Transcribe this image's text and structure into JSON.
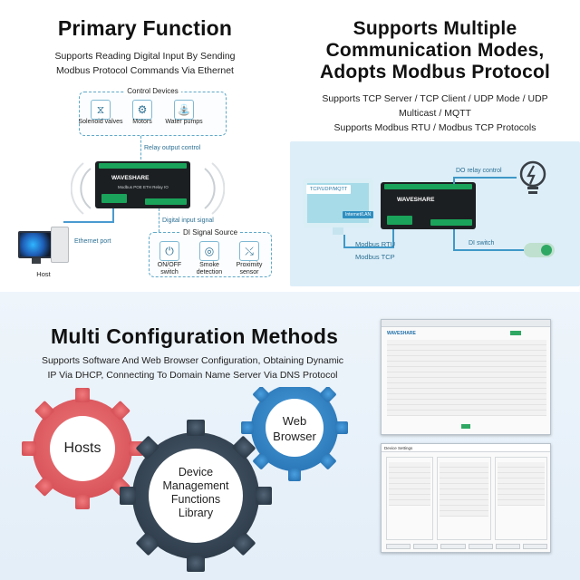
{
  "q1": {
    "title": "Primary Function",
    "subtitle_line1": "Supports Reading Digital Input By Sending",
    "subtitle_line2": "Modbus Protocol Commands Via Ethernet",
    "control_devices": {
      "title": "Control Devices",
      "items": [
        "Solenoid valves",
        "Motors",
        "Water pumps"
      ]
    },
    "relay_output_label": "Relay output control",
    "digital_input_label": "Digital input signal",
    "ethernet_port_label": "Ethernet port",
    "host_label": "Host",
    "di_source": {
      "title": "DI Signal Source",
      "items": [
        "ON/OFF switch",
        "Smoke detection",
        "Proximity sensor"
      ]
    },
    "device_brand": "WAVESHARE",
    "device_model": "Modbus POE ETH Relay IO"
  },
  "q2": {
    "title_line1": "Supports Multiple",
    "title_line2": "Communication Modes,",
    "title_line3": "Adopts Modbus Protocol",
    "desc_line1": "Supports TCP Server / TCP Client / UDP Mode / UDP",
    "desc_line2": "Multicast / MQTT",
    "desc_line3": "Supports Modbus RTU / Modbus TCP Protocols",
    "screen_label": "TCP/UDP/MQTT",
    "internet_label": "Internet/LAN",
    "modbus_rtu": "Modbus RTU",
    "modbus_tcp": "Modbus TCP",
    "do_relay": "DO relay control",
    "di_switch": "DI switch"
  },
  "q3": {
    "title": "Multi Configuration Methods",
    "desc_line1": "Supports Software And Web Browser Configuration, Obtaining Dynamic",
    "desc_line2": "IP Via DHCP, Connecting To Domain Name Server Via DNS Protocol",
    "gear_hosts": "Hosts",
    "gear_lib_line1": "Device",
    "gear_lib_line2": "Management",
    "gear_lib_line3": "Functions",
    "gear_lib_line4": "Library",
    "gear_web_line1": "Web",
    "gear_web_line2": "Browser",
    "web_shot_brand": "WAVESHARE",
    "settings_title": "Device Settings"
  },
  "colors": {
    "accent_blue": "#2f8fc0",
    "gear_red": "#e16469",
    "gear_dark": "#3e4e5e",
    "gear_blue": "#3a8ccc",
    "terminal_green": "#1aa35a"
  }
}
